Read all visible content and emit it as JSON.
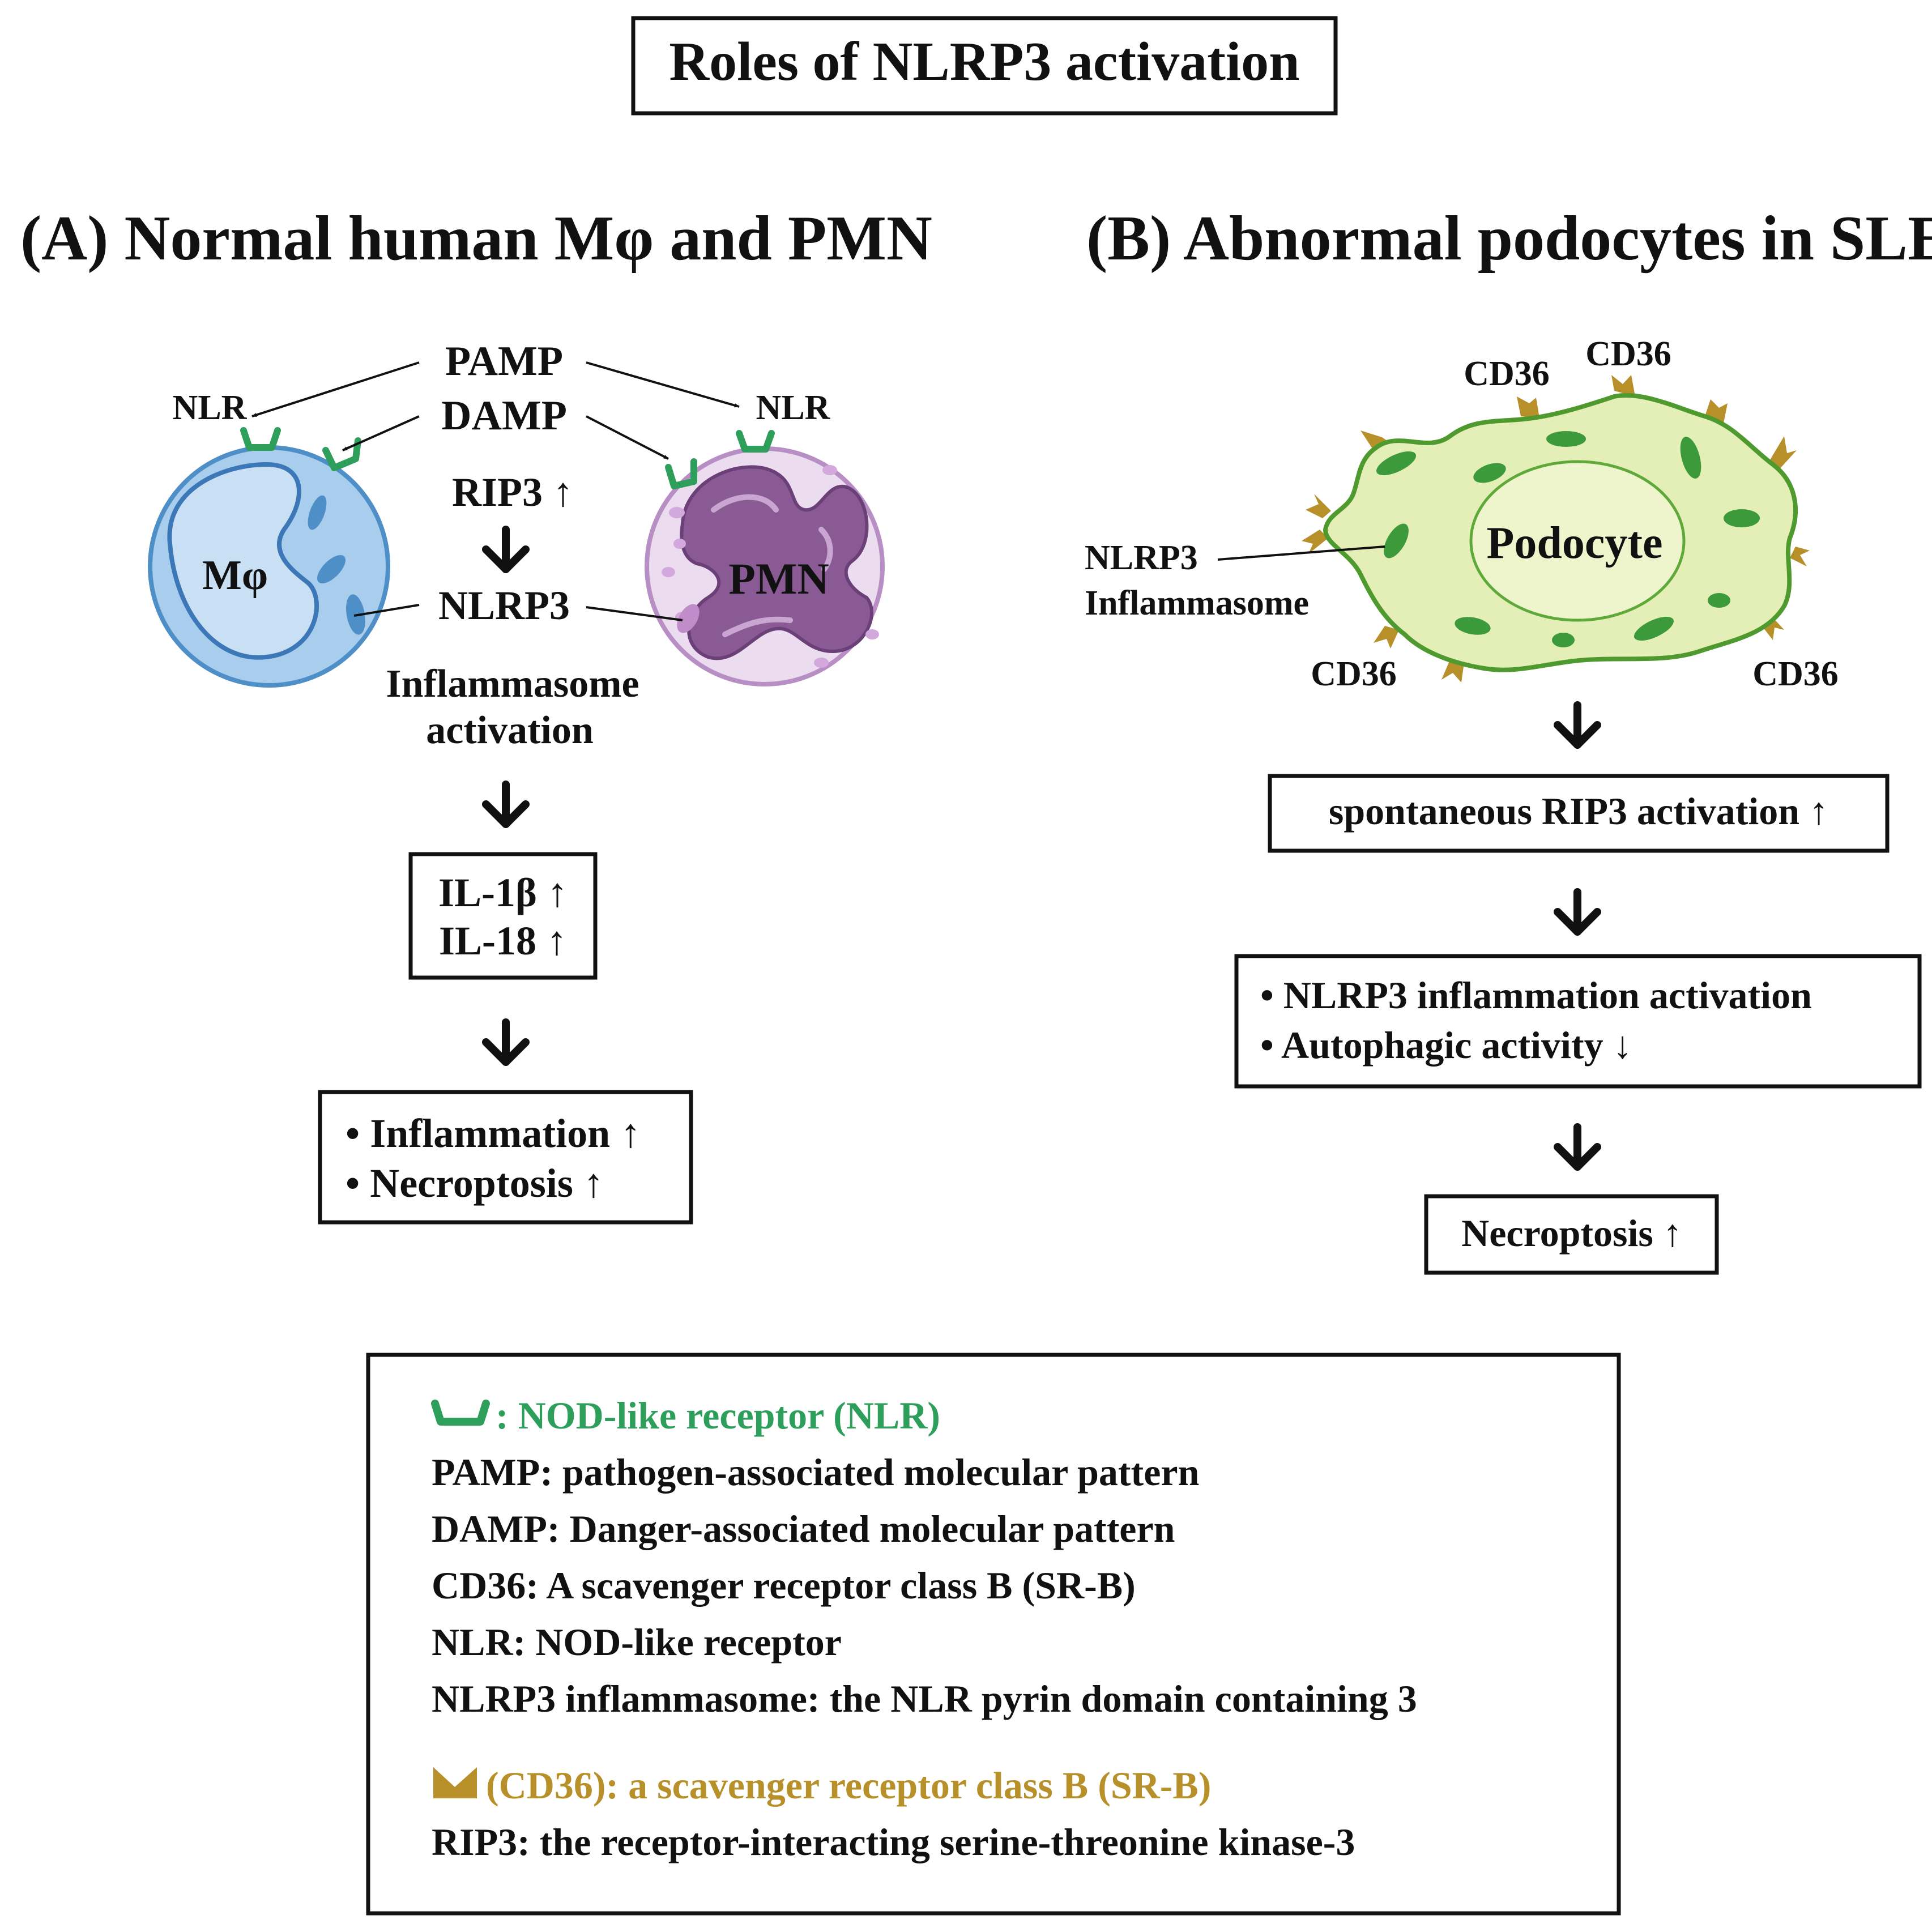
{
  "title": "Roles of NLRP3 activation",
  "colors": {
    "nlr_green": "#2e9e5b",
    "cd36_gold": "#b8902a",
    "macrophage_fill": "#a9cdec",
    "macrophage_stroke": "#4e8fc8",
    "pmn_fill": "#ecdcef",
    "pmn_nucleus": "#8a5a94",
    "podocyte_fill": "#e4efb8",
    "podocyte_stroke": "#4f9a2f",
    "organelle_green": "#3d9a3a"
  },
  "panel_a": {
    "heading": "(A) Normal human Mφ and PMN",
    "labels": {
      "pamp": "PAMP",
      "damp": "DAMP",
      "nlr_left": "NLR",
      "nlr_right": "NLR",
      "rip3": "RIP3 ↑",
      "nlrp3": "NLRP3",
      "inflammasome": "Inflammasome",
      "activation": "activation",
      "macrophage": "Mφ",
      "pmn": "PMN"
    },
    "cytokines": [
      "IL-1β ↑",
      "IL-18 ↑"
    ],
    "outcomes": [
      "• Inflammation ↑",
      "• Necroptosis ↑"
    ]
  },
  "panel_b": {
    "heading": "(B) Abnormal podocytes in SLE",
    "cell_label": "Podocyte",
    "nlrp3_label": [
      "NLRP3",
      "Inflammasome"
    ],
    "cd36_labels": [
      "CD36",
      "CD36",
      "CD36",
      "CD36"
    ],
    "step1": "spontaneous RIP3 activation ↑",
    "step2": [
      "• NLRP3 inflammation activation",
      "• Autophagic activity ↓"
    ],
    "step3": "Necroptosis ↑"
  },
  "legend": {
    "nlr_symbol": ": NOD-like receptor (NLR)",
    "lines": [
      "PAMP: pathogen-associated molecular pattern",
      "DAMP: Danger-associated molecular pattern",
      "CD36: A scavenger receptor class B (SR-B)",
      "NLR: NOD-like receptor",
      "NLRP3 inflammasome: the NLR pyrin domain containing 3"
    ],
    "cd36_symbol": "(CD36): a scavenger receptor class B (SR-B)",
    "rip3_line": "RIP3: the receptor-interacting serine-threonine kinase-3"
  }
}
